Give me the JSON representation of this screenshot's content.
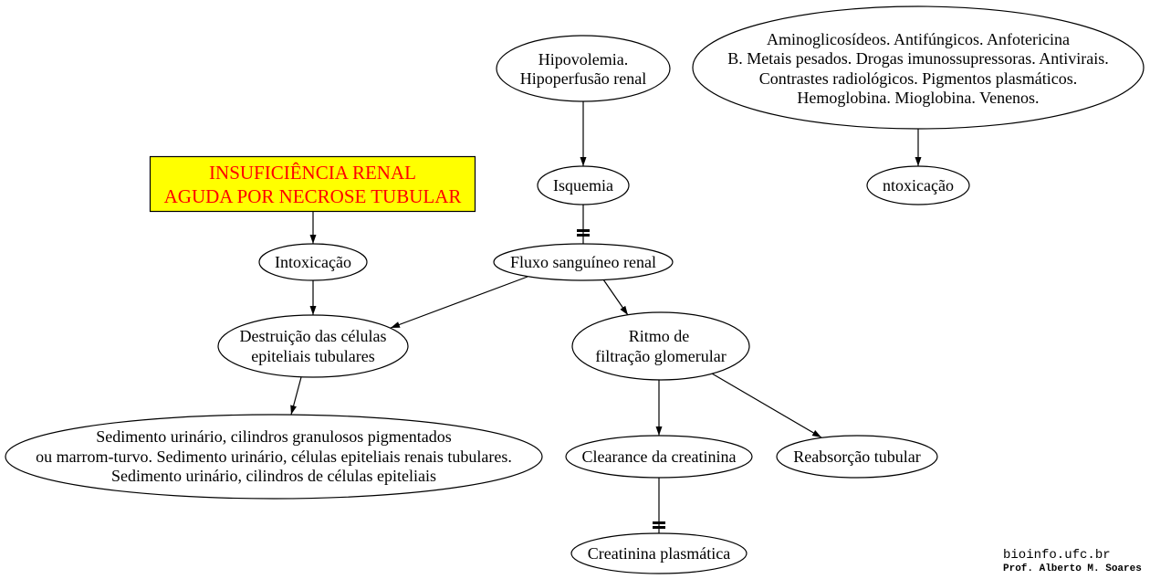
{
  "colors": {
    "title_fill": "#ffff00",
    "title_text": "#ff0000"
  },
  "nodes": {
    "title": {
      "lines": [
        "INSUFICIÊNCIA RENAL",
        "AGUDA POR NECROSE TUBULAR"
      ]
    },
    "intoxicacao": {
      "lines": [
        "Intoxicação"
      ]
    },
    "destruicao": {
      "lines": [
        "Destruição das células",
        "epiteliais tubulares"
      ]
    },
    "sedimento": {
      "lines": [
        "Sedimento urinário, cilindros granulosos pigmentados",
        "ou marrom-turvo. Sedimento urinário, células epiteliais renais tubulares.",
        "Sedimento urinário, cilindros de células epiteliais"
      ]
    },
    "hipovolemia": {
      "lines": [
        "Hipovolemia.",
        "Hipoperfusão renal"
      ]
    },
    "isquemia": {
      "lines": [
        "Isquemia"
      ]
    },
    "fluxo": {
      "lines": [
        "Fluxo sanguíneo renal"
      ]
    },
    "ritmo": {
      "lines": [
        "Ritmo de",
        "filtração glomerular"
      ]
    },
    "clearance": {
      "lines": [
        "Clearance da creatinina"
      ]
    },
    "reabsorcao": {
      "lines": [
        "Reabsorção tubular"
      ]
    },
    "creatinina": {
      "lines": [
        "Creatinina plasmática"
      ]
    },
    "agentes": {
      "lines": [
        "Aminoglicosídeos. Antifúngicos. Anfotericina",
        "B. Metais pesados. Drogas imunossupressoras. Antivirais.",
        "Contrastes radiológicos. Pigmentos plasmáticos.",
        "Hemoglobina. Mioglobina. Venenos."
      ]
    },
    "ntoxicacao": {
      "lines": [
        "ntoxicação"
      ]
    }
  },
  "footer": {
    "site": "bioinfo.ufc.br",
    "author": "Prof. Alberto M. Soares"
  }
}
